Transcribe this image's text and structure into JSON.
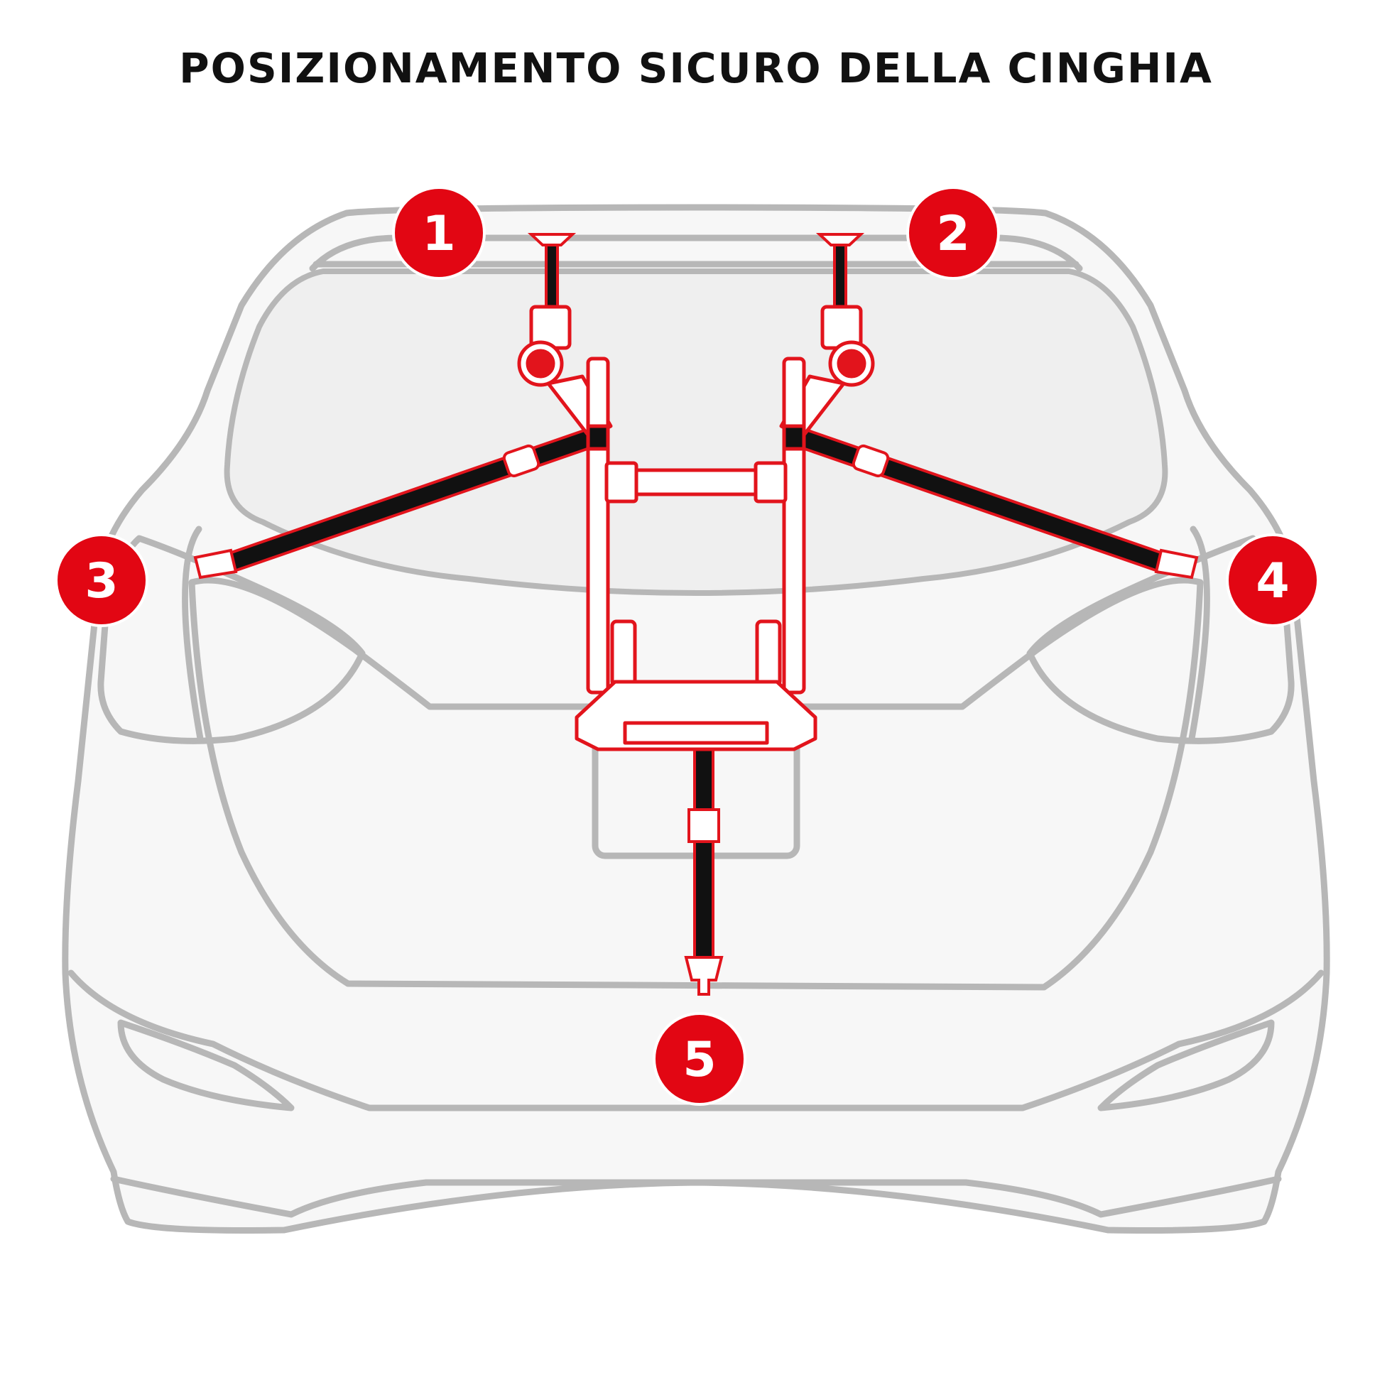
{
  "title": "POSIZIONAMENTO SICURO DELLA CINGHIA",
  "colors": {
    "car_outline": "#b7b7b7",
    "car_fill": "#f7f7f7",
    "window_fill": "#efefef",
    "badge": "#e20613",
    "rack_outline": "#e2141c",
    "strap": "#111111"
  },
  "badges": [
    "1",
    "2",
    "3",
    "4",
    "5"
  ]
}
